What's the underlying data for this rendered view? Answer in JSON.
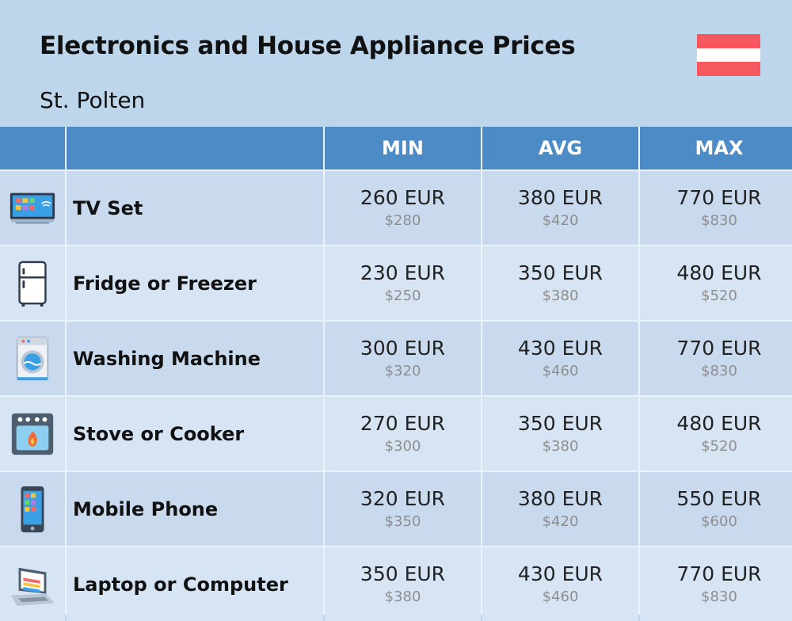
{
  "header": {
    "title": "Electronics and House Appliance Prices",
    "subtitle": "St. Polten"
  },
  "flag_colors": [
    "#f7575e",
    "#ffffff",
    "#f7575e"
  ],
  "colors": {
    "header_bg": "#4c8bc5",
    "row_a": "#c9d9ee",
    "row_b": "#d7e4f4",
    "page_bg": "#bed6ec"
  },
  "chart_data": {
    "type": "table",
    "columns": [
      "",
      "",
      "MIN",
      "AVG",
      "MAX"
    ],
    "rows": [
      {
        "icon": "tv-icon",
        "name": "TV Set",
        "min": {
          "eur": "260 EUR",
          "usd": "$280"
        },
        "avg": {
          "eur": "380 EUR",
          "usd": "$420"
        },
        "max": {
          "eur": "770 EUR",
          "usd": "$830"
        }
      },
      {
        "icon": "fridge-icon",
        "name": "Fridge or Freezer",
        "min": {
          "eur": "230 EUR",
          "usd": "$250"
        },
        "avg": {
          "eur": "350 EUR",
          "usd": "$380"
        },
        "max": {
          "eur": "480 EUR",
          "usd": "$520"
        }
      },
      {
        "icon": "washing-machine-icon",
        "name": "Washing Machine",
        "min": {
          "eur": "300 EUR",
          "usd": "$320"
        },
        "avg": {
          "eur": "430 EUR",
          "usd": "$460"
        },
        "max": {
          "eur": "770 EUR",
          "usd": "$830"
        }
      },
      {
        "icon": "stove-icon",
        "name": "Stove or Cooker",
        "min": {
          "eur": "270 EUR",
          "usd": "$300"
        },
        "avg": {
          "eur": "350 EUR",
          "usd": "$380"
        },
        "max": {
          "eur": "480 EUR",
          "usd": "$520"
        }
      },
      {
        "icon": "mobile-phone-icon",
        "name": "Mobile Phone",
        "min": {
          "eur": "320 EUR",
          "usd": "$350"
        },
        "avg": {
          "eur": "380 EUR",
          "usd": "$420"
        },
        "max": {
          "eur": "550 EUR",
          "usd": "$600"
        }
      },
      {
        "icon": "laptop-icon",
        "name": "Laptop or Computer",
        "min": {
          "eur": "350 EUR",
          "usd": "$380"
        },
        "avg": {
          "eur": "430 EUR",
          "usd": "$460"
        },
        "max": {
          "eur": "770 EUR",
          "usd": "$830"
        }
      }
    ]
  }
}
